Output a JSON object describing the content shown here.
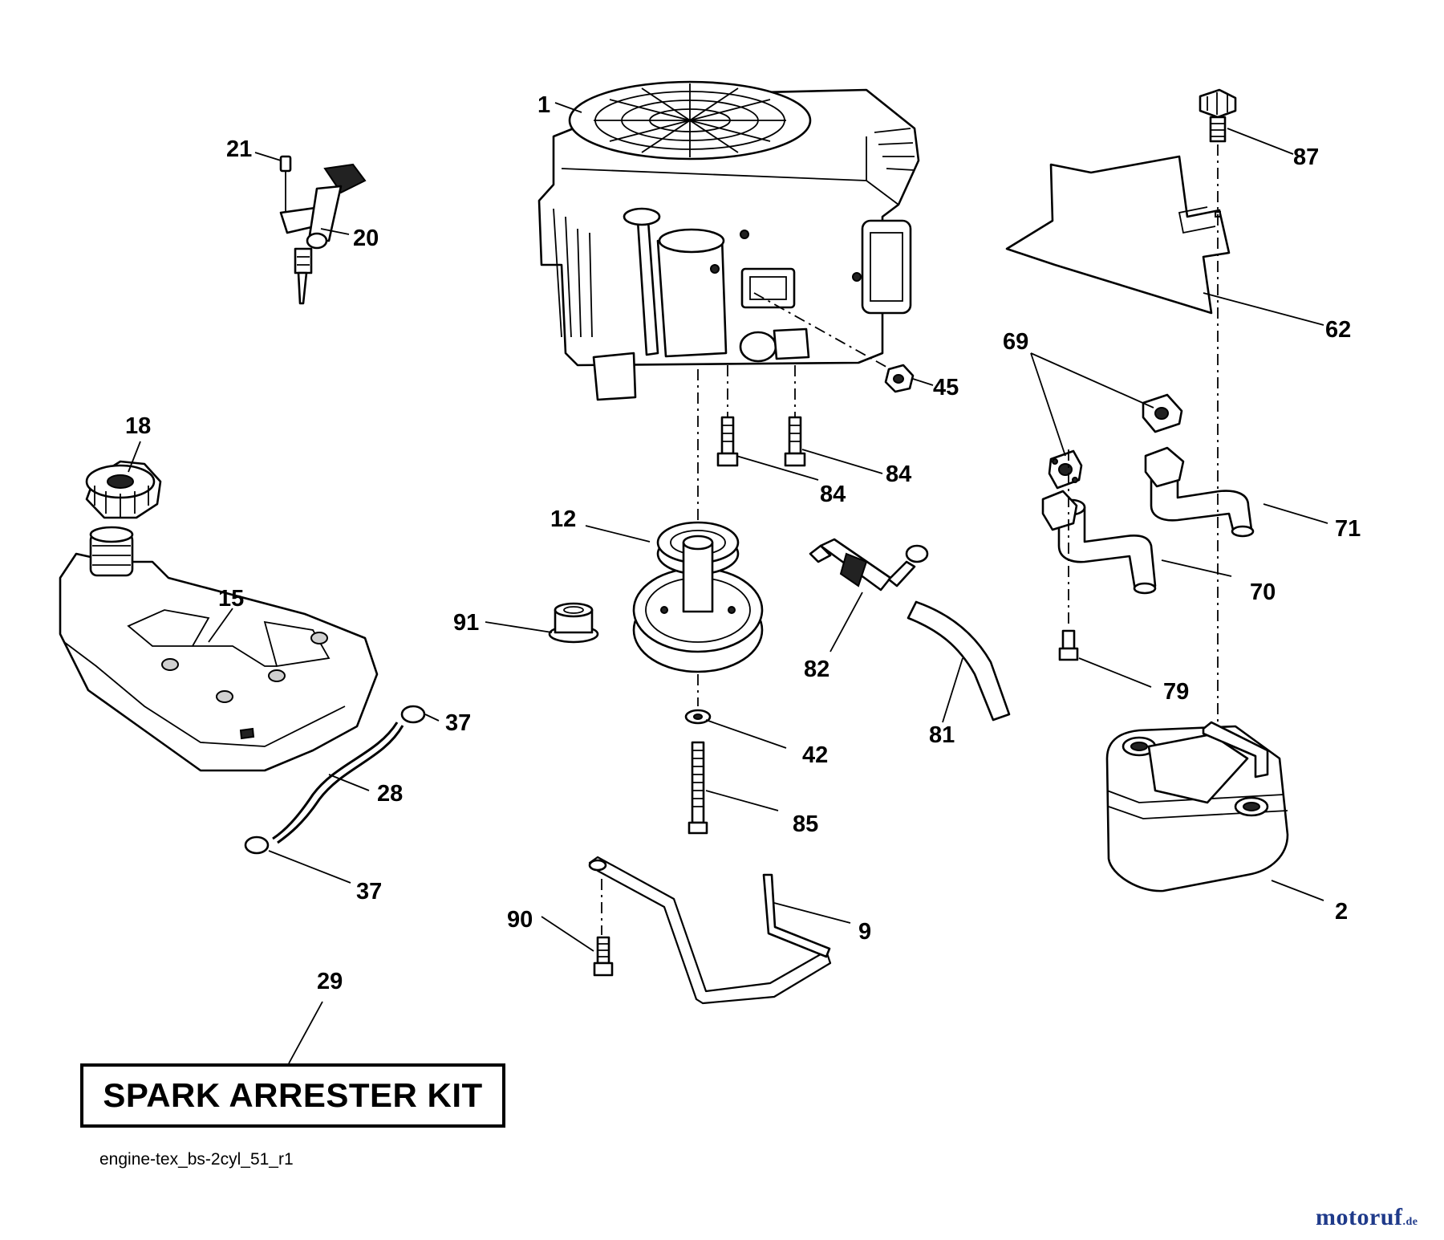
{
  "callouts": {
    "c1": "1",
    "c2": "2",
    "c9": "9",
    "c12": "12",
    "c15": "15",
    "c18": "18",
    "c20": "20",
    "c21": "21",
    "c28": "28",
    "c29": "29",
    "c37a": "37",
    "c37b": "37",
    "c42": "42",
    "c45": "45",
    "c62": "62",
    "c69": "69",
    "c70": "70",
    "c71": "71",
    "c79": "79",
    "c81": "81",
    "c82": "82",
    "c84a": "84",
    "c84b": "84",
    "c85": "85",
    "c87": "87",
    "c90": "90",
    "c91": "91"
  },
  "kit_label": "SPARK ARRESTER KIT",
  "caption": "engine-tex_bs-2cyl_51_r1",
  "logo": {
    "name": "motoruf",
    "suffix": ".de",
    "color": "#1f3a8a"
  },
  "parts": {
    "engine": "engine-icon",
    "muffler": "muffler-icon",
    "fuel_tank": "fuel-tank-icon",
    "heat_shield": "heat-shield-icon",
    "pulley": "pulley-icon",
    "exhaust_pipe": "exhaust-pipe-icon"
  }
}
